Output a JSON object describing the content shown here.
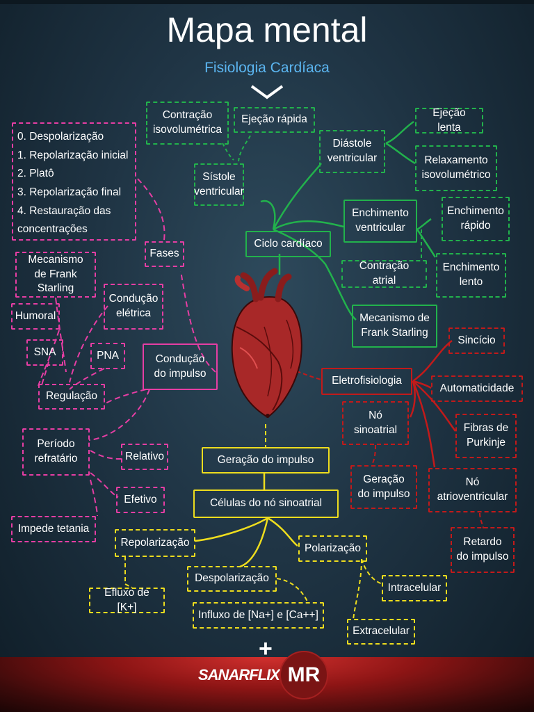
{
  "header": {
    "title": "Mapa mental",
    "subtitle": "Fisiologia Cardíaca"
  },
  "green": {
    "ciclo": "Ciclo cardíaco",
    "sistole": "Sístole ventricular",
    "contracao_iso": "Contração isovolumétrica",
    "ejecao_rapida": "Ejeção rápida",
    "diastole": "Diástole ventricular",
    "ejecao_lenta": "Ejeção lenta",
    "relaxamento": "Relaxamento isovolumétrico",
    "enchimento": "Enchimento ventricular",
    "ench_rapido": "Enchimento rápido",
    "ench_lento": "Enchimento lento",
    "contracao_atrial": "Contração atrial",
    "frank_starling": "Mecanismo de Frank Starling"
  },
  "pink": {
    "conducao": "Condução do impulso",
    "fases": "Fases",
    "fases_list": [
      "0. Despolarização",
      "1.    Repolarização inicial",
      "2.    Platô",
      "3.    Repolarização final",
      "4.     Restauração das",
      "        concentrações"
    ],
    "frank_starling": "Mecanismo de Frank Starling",
    "humoral": "Humoral",
    "conducao_eletrica": "Condução elétrica",
    "sna": "SNA",
    "pna": "PNA",
    "regulacao": "Regulação",
    "periodo": "Período refratário",
    "relativo": "Relativo",
    "efetivo": "Efetivo",
    "impede": "Impede tetania"
  },
  "red": {
    "eletro": "Eletrofisiologia",
    "sincicio": "Sincício",
    "automaticidade": "Automaticidade",
    "no_sinoatrial": "Nó sinoatrial",
    "geracao": "Geração do impulso",
    "purkinje": "Fibras de Purkinje",
    "no_av": "Nó atrioventricular",
    "retardo": "Retardo do impulso"
  },
  "yellow": {
    "geracao": "Geração do impulso",
    "celulas": "Células do nó sinoatrial",
    "repolarizacao": "Repolarização",
    "efluxo": "Efluxo de [K+]",
    "despolarizacao": "Despolarização",
    "influxo": "Influxo de [Na+] e  [Ca++]",
    "polarizacao": "Polarização",
    "intracelular": "Intracelular",
    "extracelular": "Extracelular"
  },
  "footer": {
    "logo_sanar": "SANARFLIX",
    "plus": "+",
    "logo_mr": "MR"
  },
  "colors": {
    "green": "#22b24c",
    "pink": "#e63ea4",
    "red": "#c21a1a",
    "yellow": "#eedd1e",
    "subtitle": "#5bb5f0"
  },
  "icons": [
    "chevron-down-icon",
    "heart-illustration"
  ]
}
